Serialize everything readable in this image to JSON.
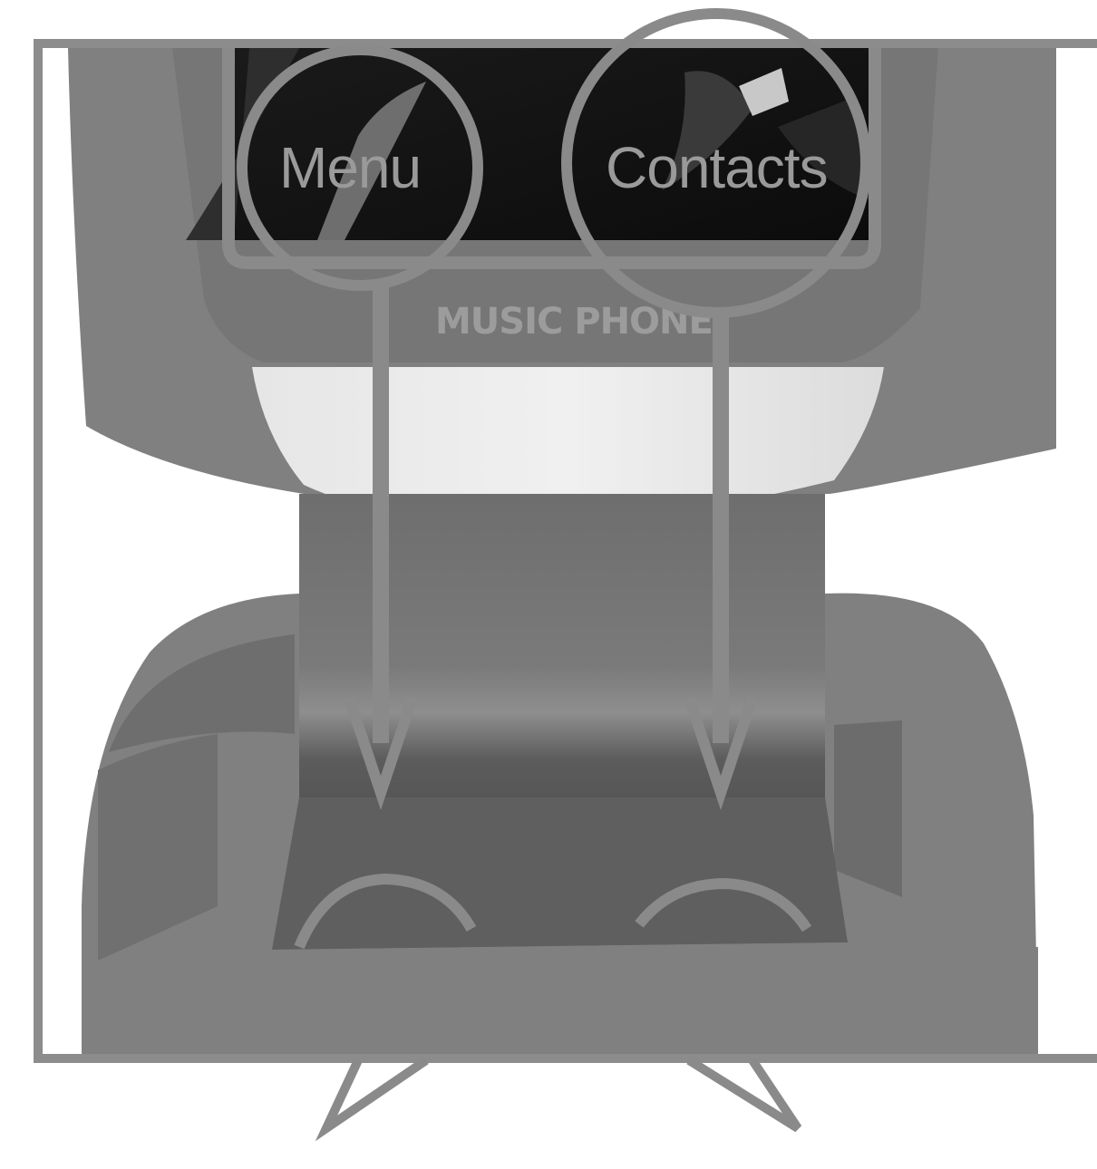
{
  "screen": {
    "left_softkey_label": "Menu",
    "right_softkey_label": "Contacts"
  },
  "device": {
    "brand_text": "MUSIC PHONE"
  },
  "colors": {
    "frame": "#8c8c8c",
    "body": "#808080",
    "screen": "#121212",
    "highlight": "#e3e3e3",
    "callout": "#8a8a8a"
  }
}
